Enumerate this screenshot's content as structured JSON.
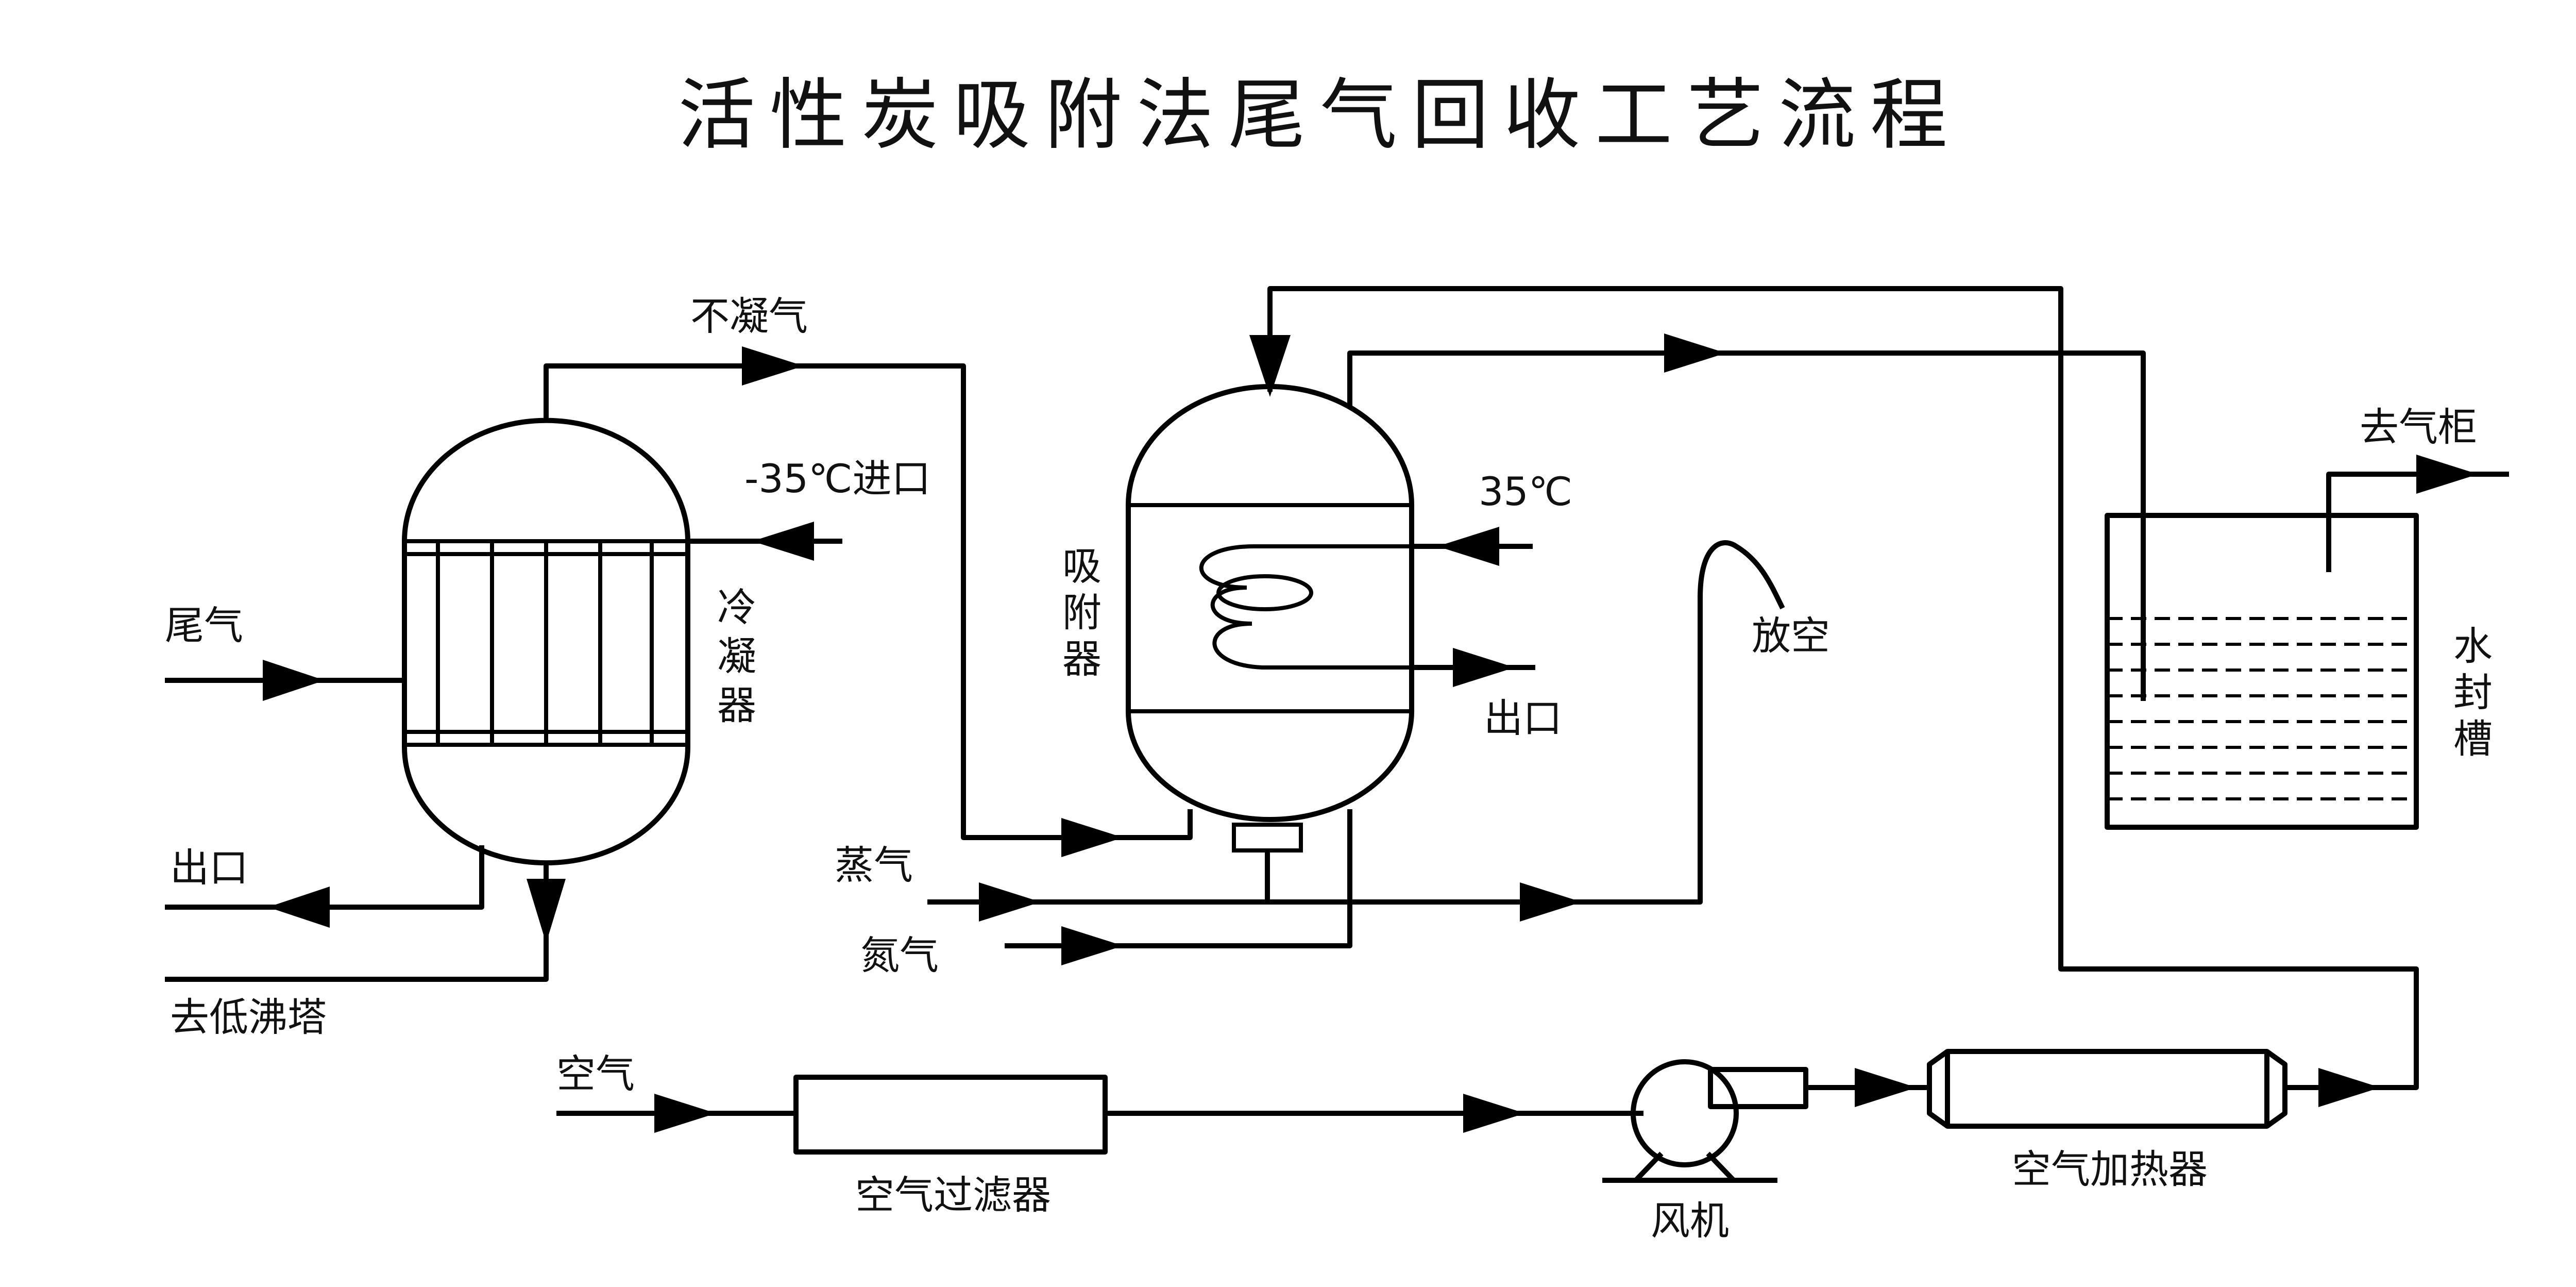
{
  "title": "活性炭吸附法尾气回收工艺流程",
  "labels": {
    "tail_gas_in": "尾气",
    "condenser": [
      "冷",
      "凝",
      "器"
    ],
    "outlet_left": "出口",
    "to_low_boiling_tower": "去低沸塔",
    "non_condensable_gas": "不凝气",
    "coolant_inlet": "-35℃进口",
    "adsorber": [
      "吸",
      "附",
      "器"
    ],
    "steam_35c": "35℃",
    "outlet_coil": "出口",
    "vent": "放空",
    "steam": "蒸气",
    "nitrogen": "氮气",
    "to_gas_holder": "去气柜",
    "water_seal_tank": [
      "水",
      "封",
      "槽"
    ],
    "air": "空气",
    "air_filter": "空气过滤器",
    "fan": "风机",
    "air_heater": "空气加热器"
  },
  "colors": {
    "line": "#000000",
    "text": "#111111",
    "background": "#ffffff"
  }
}
